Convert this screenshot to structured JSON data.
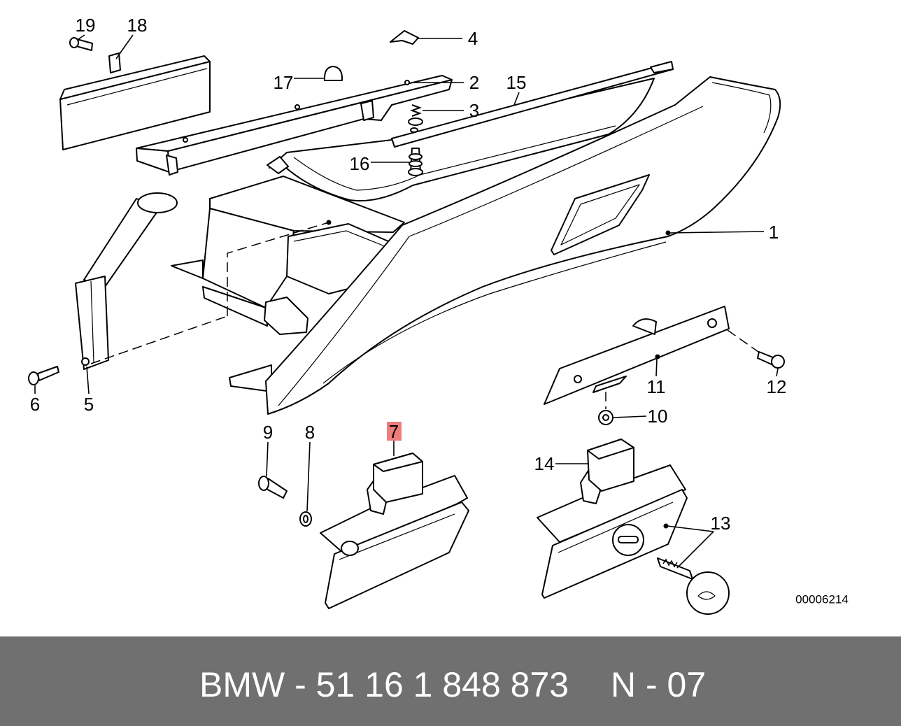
{
  "diagram": {
    "callouts": [
      {
        "label": "1"
      },
      {
        "label": "2"
      },
      {
        "label": "3"
      },
      {
        "label": "4"
      },
      {
        "label": "5"
      },
      {
        "label": "6"
      },
      {
        "label": "7",
        "highlighted": true
      },
      {
        "label": "8"
      },
      {
        "label": "9"
      },
      {
        "label": "10"
      },
      {
        "label": "11"
      },
      {
        "label": "12"
      },
      {
        "label": "13"
      },
      {
        "label": "14"
      },
      {
        "label": "15"
      },
      {
        "label": "16"
      },
      {
        "label": "17"
      },
      {
        "label": "18"
      },
      {
        "label": "19"
      }
    ],
    "drawing_number": "00006214"
  },
  "footer": {
    "part_number": "BMW - 51 16 1 848 873",
    "variant": "N - 07"
  },
  "colors": {
    "footer_bg": "#707070",
    "footer_text": "#ffffff",
    "highlight": "#f07c7c",
    "line": "#000000"
  }
}
